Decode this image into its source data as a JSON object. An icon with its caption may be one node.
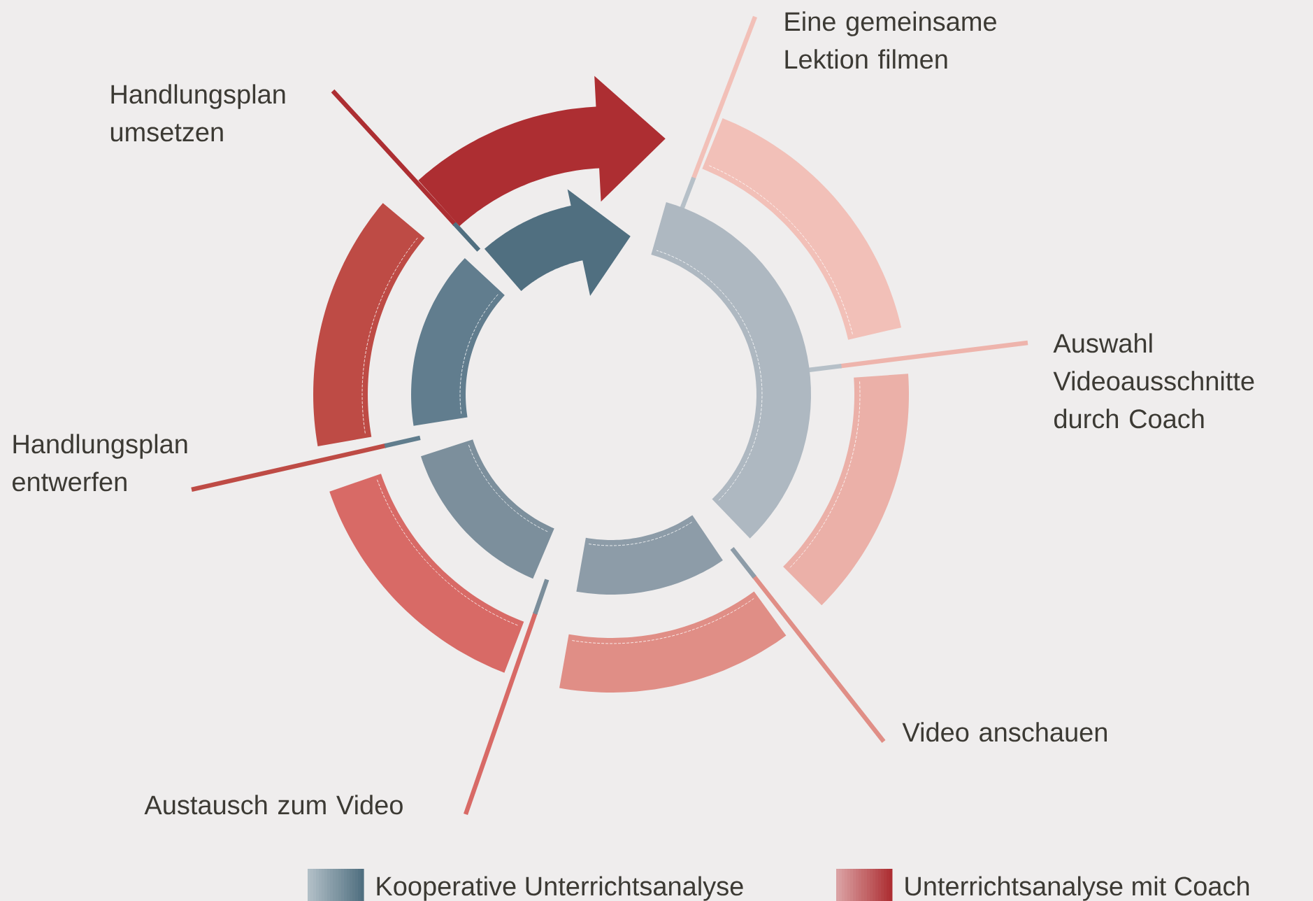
{
  "diagram": {
    "labels": [
      "Eine gemeinsame Lektion filmen",
      "Handlungsplan umsetzen",
      "Auswahl Videoausschnitte durch Coach",
      "Handlungsplan entwerfen",
      "Video anschauen",
      "Austausch zum Video"
    ],
    "legend": [
      {
        "text": "Kooperative Unterrichtsanalyse",
        "color": "#506f80"
      },
      {
        "text": "Unterrichtsanalyse mit Coach",
        "color": "#ad2e32"
      }
    ]
  }
}
